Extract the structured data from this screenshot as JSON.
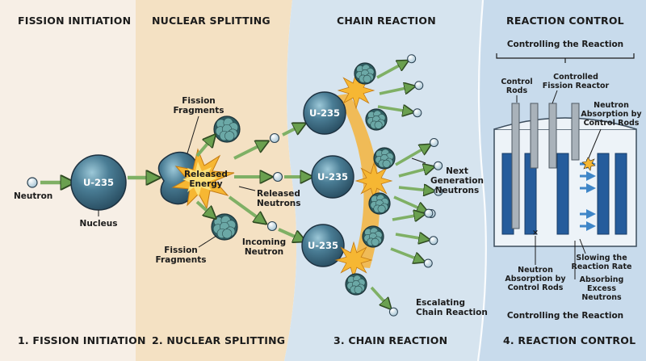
{
  "sections": {
    "s1": {
      "title": "FISSION INITIATION",
      "footer": "1. FISSION INITIATION"
    },
    "s2": {
      "title": "NUCLEAR SPLITTING",
      "footer": "2. NUCLEAR SPLITTING"
    },
    "s3": {
      "title": "CHAIN REACTION",
      "footer": "3. CHAIN REACTION"
    },
    "s4": {
      "title": "REACTION CONTROL",
      "footer": "4. REACTION CONTROL"
    }
  },
  "labels": {
    "neutron": "Neutron",
    "nucleus": "Nucleus",
    "u235": "U-235",
    "fission_fragments": [
      "Fission",
      "Fragments"
    ],
    "released_energy": [
      "Released",
      "Energy"
    ],
    "released_neutrons": [
      "Released",
      "Neutrons"
    ],
    "incoming_neutron": [
      "Incoming",
      "Neutron"
    ],
    "next_generation": [
      "Next",
      "Generation",
      "Neutrons"
    ],
    "escalating": [
      "Escalating",
      "Chain Reaction"
    ],
    "controlling_top": "Controlling the Reaction",
    "controlling_bottom": "Controlling the Reaction",
    "control_rods": [
      "Control",
      "Rods"
    ],
    "controlled_reactor": [
      "Controlled",
      "Fission Reactor"
    ],
    "absorption_top": [
      "Neutron",
      "Absorption by",
      "Control Rods"
    ],
    "absorption_bottom": [
      "Neutron",
      "Absorption by",
      "Control Rods"
    ],
    "slowing": [
      "Slowing the",
      "Reaction Rate"
    ],
    "absorbing": [
      "Absorbing",
      "Excess",
      "Neutrons"
    ]
  },
  "colors": {
    "panel1": "#f7efe6",
    "panel2": "#f4e1c3",
    "panel3": "#d4e3ef",
    "panel4": "#c9dbec",
    "nucleus": "#3f6f86",
    "fragment": "#4f8a8c",
    "arrow": "#7fb065",
    "flash": "#f6b733",
    "rod_blue": "#255c9c"
  }
}
